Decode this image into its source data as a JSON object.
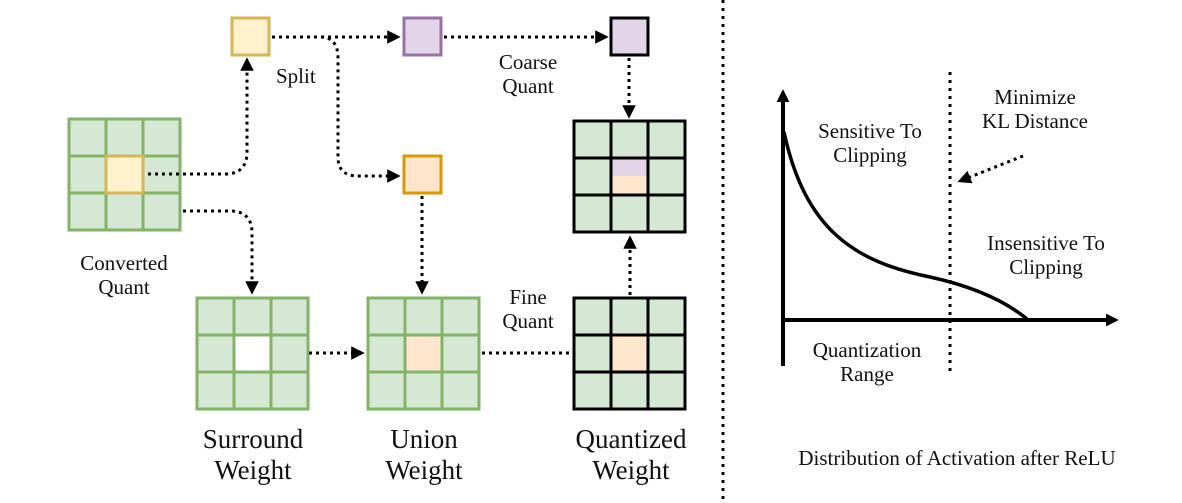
{
  "labels": {
    "split": "Split",
    "coarse_quant": [
      "Coarse",
      "Quant"
    ],
    "fine_quant": [
      "Fine",
      "Quant"
    ],
    "converted_quant": [
      "Converted",
      "Quant"
    ],
    "surround_weight": [
      "Surround",
      "Weight"
    ],
    "union_weight": [
      "Union",
      "Weight"
    ],
    "quantized_weight": [
      "Quantized",
      "Weight"
    ],
    "minimize_kl": [
      "Minimize",
      "KL Distance"
    ],
    "sensitive": [
      "Sensitive To",
      "Clipping"
    ],
    "insensitive": [
      "Insensitive To",
      "Clipping"
    ],
    "quantization_range": [
      "Quantization",
      "Range"
    ],
    "caption": "Distribution of Activation after ReLU"
  },
  "colors": {
    "green_fill": "#d5e8d4",
    "green_stroke": "#82b366",
    "yellow_fill": "#fff2cc",
    "yellow_stroke": "#d6b656",
    "purple_fill": "#e1d5e7",
    "purple_stroke": "#9673a6",
    "orange_fill": "#ffe6cc",
    "orange_stroke": "#d79b00",
    "black": "#000000"
  }
}
